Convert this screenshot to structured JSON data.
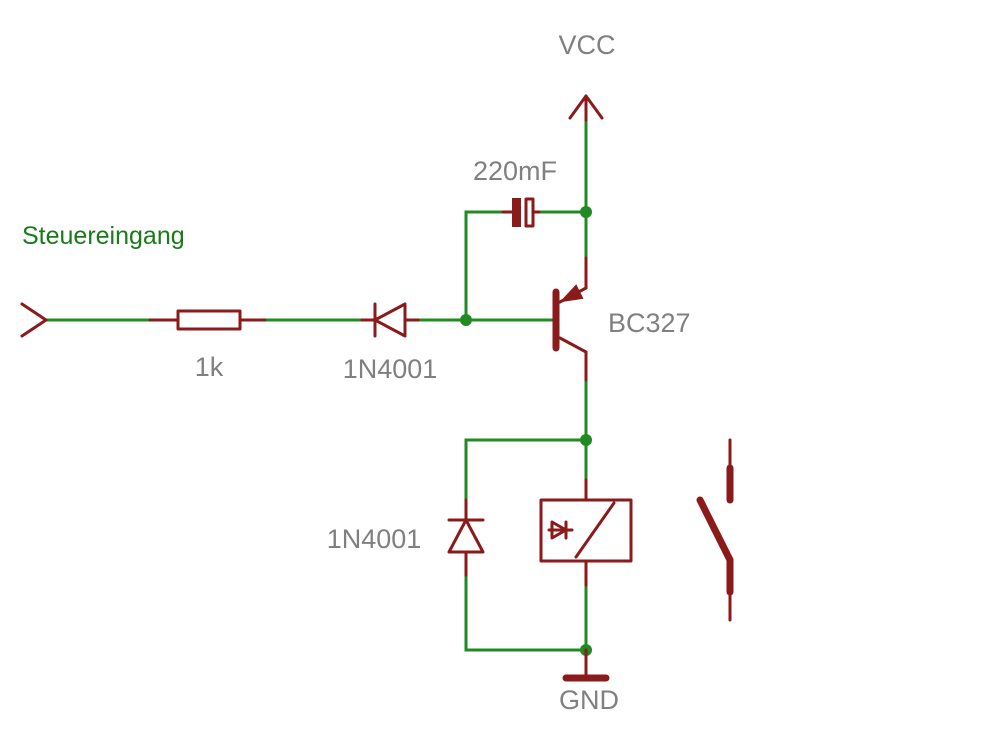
{
  "labels": {
    "vcc": "VCC",
    "gnd": "GND",
    "input": "Steuereingang",
    "resistor": "1k",
    "diode_series": "1N4001",
    "diode_flyback": "1N4001",
    "capacitor": "220mF",
    "transistor": "BC327"
  },
  "colors": {
    "wire": "#228a22",
    "component": "#8b1a1a",
    "part_label": "#808080",
    "signal_label": "#1a7a1a"
  }
}
